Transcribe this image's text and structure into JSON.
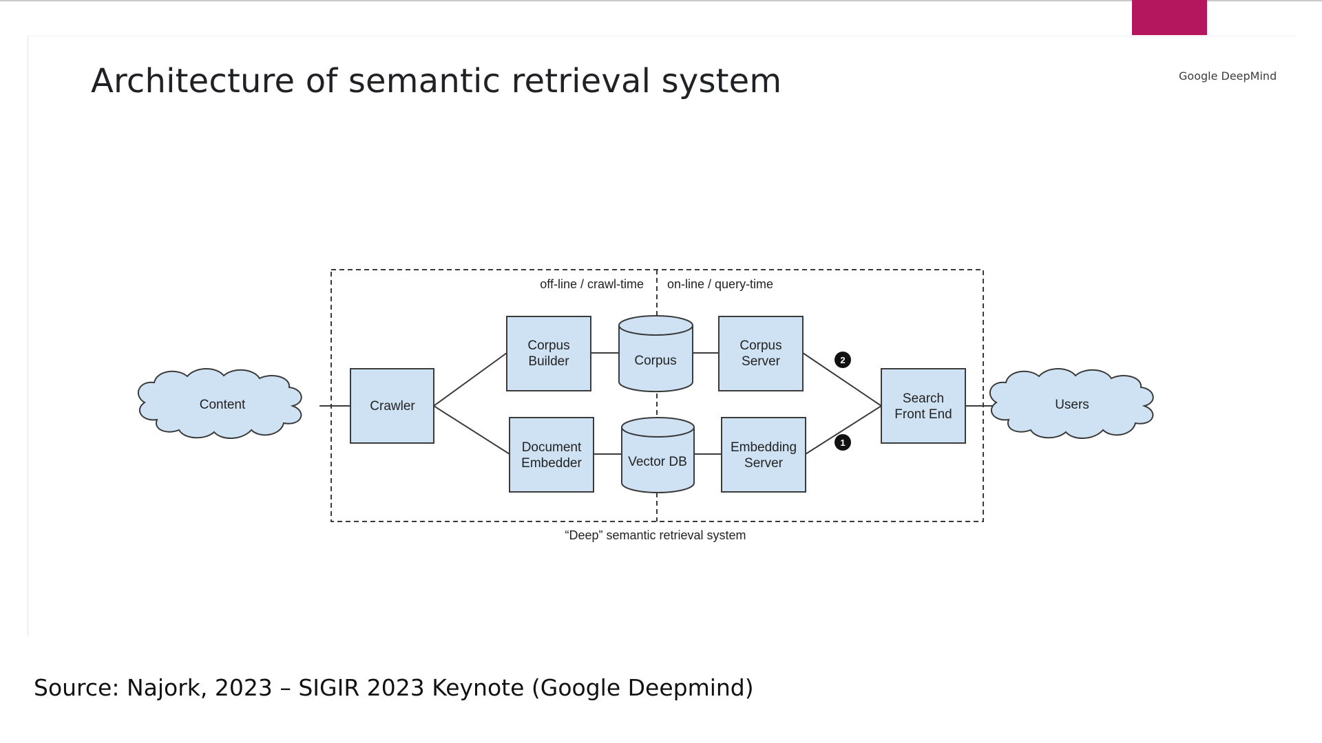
{
  "slide": {
    "title": "Architecture of semantic retrieval system",
    "brand": "Google DeepMind",
    "source": "Source: Najork, 2023 – SIGIR 2023 Keynote (Google Deepmind)"
  },
  "diagram": {
    "label_offline": "off-line / crawl-time",
    "label_online": "on-line / query-time",
    "caption": "“Deep” semantic retrieval system",
    "nodes": {
      "content": "Content",
      "crawler": "Crawler",
      "corpus_builder": [
        "Corpus",
        "Builder"
      ],
      "corpus": "Corpus",
      "corpus_server": [
        "Corpus",
        "Server"
      ],
      "document_embedder": [
        "Document",
        "Embedder"
      ],
      "vector_db": "Vector DB",
      "embedding_server": [
        "Embedding",
        "Server"
      ],
      "search_front_end": [
        "Search",
        "Front End"
      ],
      "users": "Users"
    },
    "badges": {
      "corpus_path": "2",
      "embedding_path": "1"
    }
  },
  "colors": {
    "node_fill": "#cfe2f3",
    "accent": "#b5175e"
  }
}
